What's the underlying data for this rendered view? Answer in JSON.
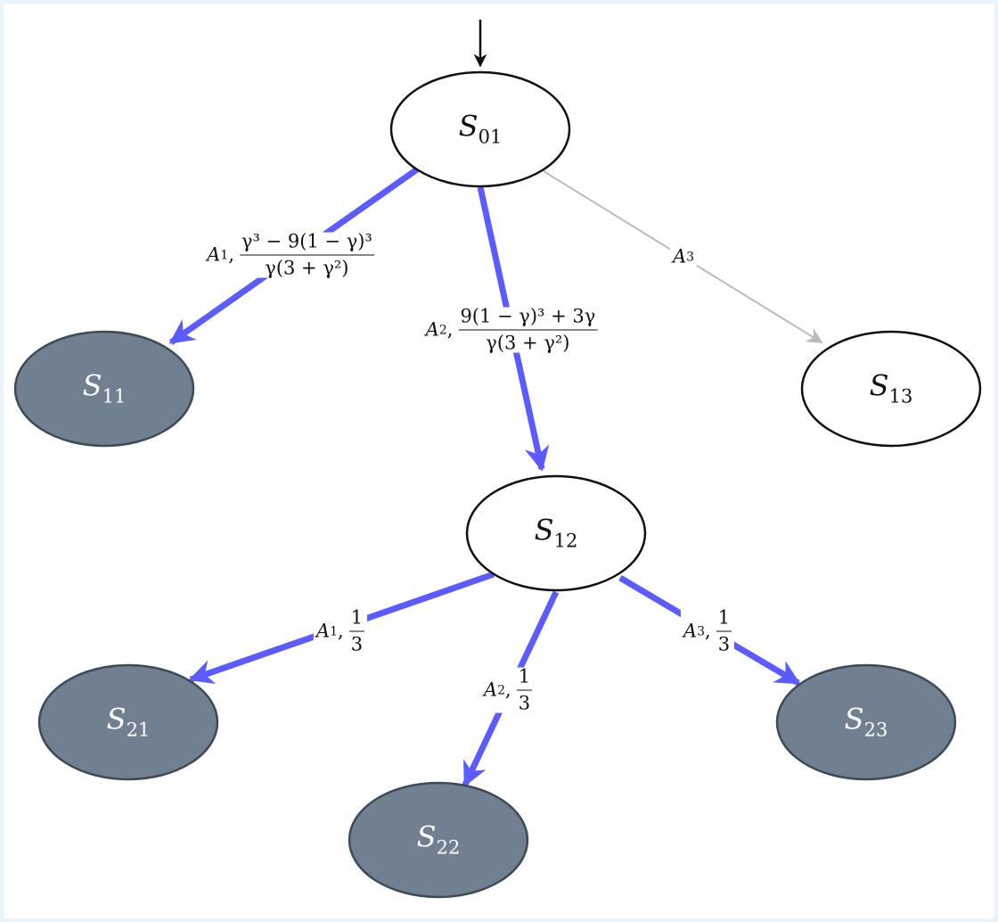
{
  "colors": {
    "edge_highlight": "#5b5bff",
    "edge_muted": "#bbbbbb",
    "start_arrow": "#111111",
    "node_filled": "#708090",
    "node_filled_stroke": "#3e4a57",
    "node_open": "#ffffff",
    "node_open_stroke": "#111111"
  },
  "nodes": {
    "s01": {
      "name": "S",
      "sub": "01"
    },
    "s11": {
      "name": "S",
      "sub": "11"
    },
    "s12": {
      "name": "S",
      "sub": "12"
    },
    "s13": {
      "name": "S",
      "sub": "13"
    },
    "s21": {
      "name": "S",
      "sub": "21"
    },
    "s22": {
      "name": "S",
      "sub": "22"
    },
    "s23": {
      "name": "S",
      "sub": "23"
    }
  },
  "edges": {
    "s01_s11": {
      "action": "A",
      "action_sub": "1",
      "num": "γ³ − 9(1 − γ)³",
      "den": "γ(3 + γ²)"
    },
    "s01_s12": {
      "action": "A",
      "action_sub": "2",
      "num": "9(1 − γ)³ + 3γ",
      "den": "γ(3 + γ²)"
    },
    "s01_s13": {
      "action": "A",
      "action_sub": "3"
    },
    "s12_s21": {
      "action": "A",
      "action_sub": "1",
      "num": "1",
      "den": "3"
    },
    "s12_s22": {
      "action": "A",
      "action_sub": "2",
      "num": "1",
      "den": "3"
    },
    "s12_s23": {
      "action": "A",
      "action_sub": "3",
      "num": "1",
      "den": "3"
    }
  }
}
